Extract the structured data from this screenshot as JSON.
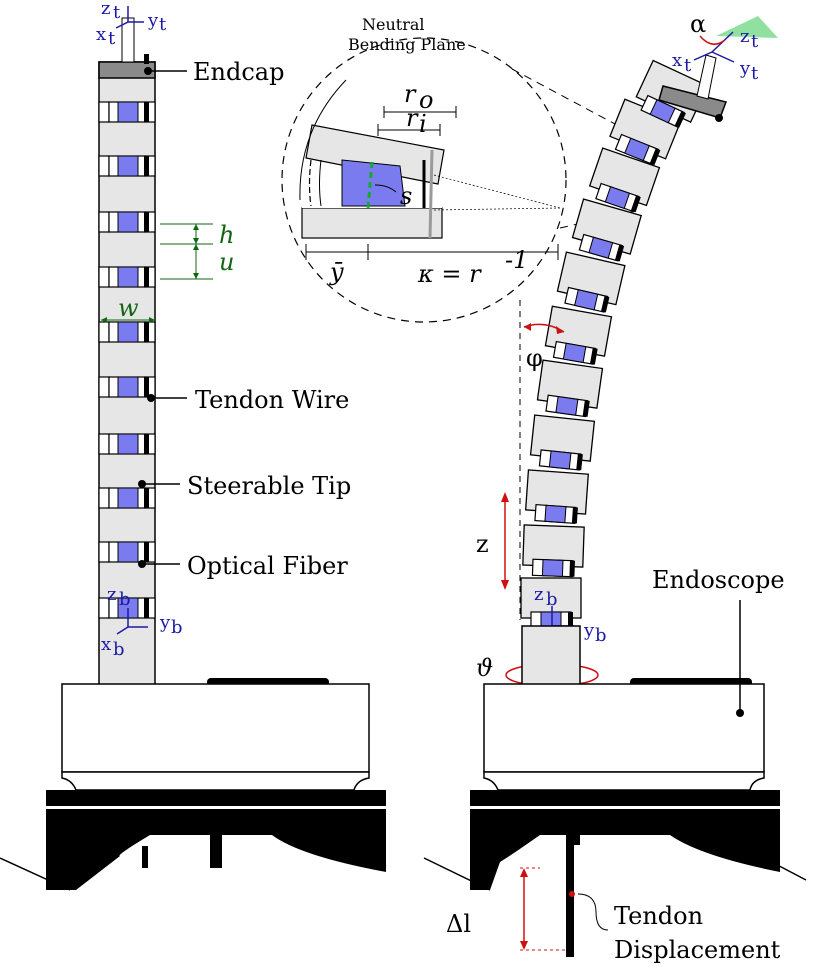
{
  "labels": {
    "endcap": "Endcap",
    "tendon_wire": "Tendon Wire",
    "steerable_tip": "Steerable Tip",
    "optical_fiber": "Optical Fiber",
    "endoscope": "Endoscope",
    "tendon_displacement_1": "Tendon",
    "tendon_displacement_2": "Displacement",
    "neutral_bending_plane_1": "Neutral",
    "neutral_bending_plane_2": "Bending Plane"
  },
  "symbols": {
    "h": "h",
    "u": "u",
    "w": "w",
    "r_o": "r",
    "r_o_sub": "o",
    "r_i": "r",
    "r_i_sub": "i",
    "s": "s",
    "y_bar": "ȳ",
    "kappa": "κ = r",
    "kappa_exp": "-1",
    "phi": "φ",
    "z": "z",
    "theta": "ϑ",
    "alpha": "α",
    "delta_l": "Δl"
  },
  "frames": {
    "tip_left": {
      "z": "z",
      "x": "x",
      "y": "y",
      "sub": "t"
    },
    "base_left": {
      "z": "z",
      "x": "x",
      "y": "y",
      "sub": "b"
    },
    "tip_right": {
      "z": "z",
      "x": "x",
      "y": "y",
      "sub": "t"
    },
    "base_right": {
      "z": "z",
      "x": "x",
      "y": "y",
      "sub": "b"
    }
  },
  "colors": {
    "fiber": "#7b7bf0",
    "body": "#e6e6e6",
    "endcap": "#8a8a8a",
    "dim_green": "#116611",
    "red": "#d01010",
    "frame_blue": "#1a1aa6",
    "camera_cone": "#7ddc8f"
  }
}
